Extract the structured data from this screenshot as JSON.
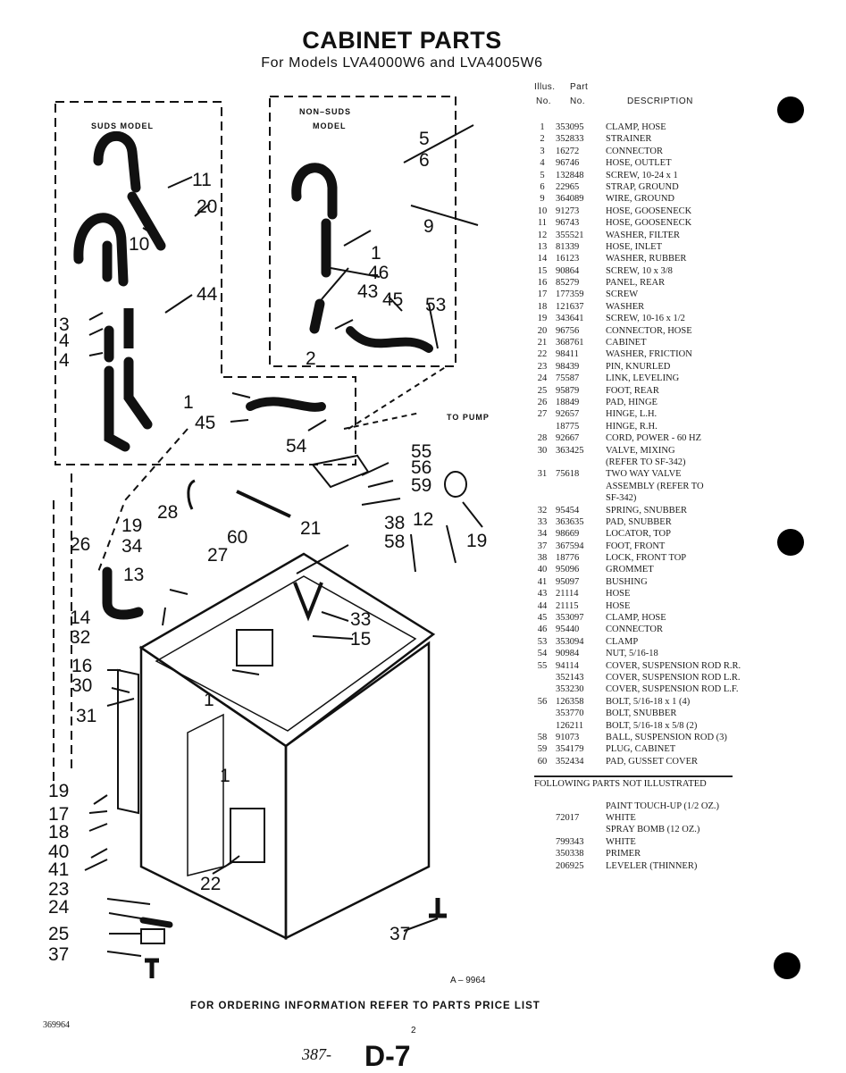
{
  "header": {
    "title": "CABINET PARTS",
    "subtitle": "For Models LVA4000W6 and LVA4005W6"
  },
  "diagram": {
    "suds_model_label": "SUDS MODEL",
    "non_suds_model_label": "NON–SUDS\nMODEL",
    "to_pump_label": "TO PUMP",
    "drawing_number": "A – 9964",
    "callouts": [
      "5",
      "6",
      "9",
      "11",
      "20",
      "10",
      "1",
      "46",
      "43",
      "45",
      "53",
      "2",
      "3",
      "4",
      "4",
      "44",
      "1",
      "45",
      "54",
      "55",
      "56",
      "59",
      "28",
      "60",
      "21",
      "38",
      "12",
      "26",
      "19",
      "34",
      "58",
      "19",
      "27",
      "13",
      "14",
      "32",
      "33",
      "15",
      "16",
      "30",
      "1",
      "31",
      "1",
      "19",
      "17",
      "18",
      "40",
      "41",
      "22",
      "23",
      "24",
      "25",
      "37"
    ]
  },
  "table": {
    "header_illus": "Illus.",
    "header_part": "Part",
    "header_no1": "No.",
    "header_no2": "No.",
    "header_desc": "DESCRIPTION",
    "rows": [
      {
        "no": "1",
        "part": "353095",
        "desc": "CLAMP, HOSE"
      },
      {
        "no": "2",
        "part": "352833",
        "desc": "STRAINER"
      },
      {
        "no": "3",
        "part": "16272",
        "desc": "CONNECTOR"
      },
      {
        "no": "4",
        "part": "96746",
        "desc": "HOSE, OUTLET"
      },
      {
        "no": "5",
        "part": "132848",
        "desc": "SCREW, 10-24 x 1"
      },
      {
        "no": "6",
        "part": "22965",
        "desc": "STRAP, GROUND"
      },
      {
        "no": "9",
        "part": "364089",
        "desc": "WIRE, GROUND"
      },
      {
        "no": "10",
        "part": "91273",
        "desc": "HOSE, GOOSENECK"
      },
      {
        "no": "11",
        "part": "96743",
        "desc": "HOSE, GOOSENECK"
      },
      {
        "no": "12",
        "part": "355521",
        "desc": "WASHER, FILTER"
      },
      {
        "no": "13",
        "part": "81339",
        "desc": "HOSE, INLET"
      },
      {
        "no": "14",
        "part": "16123",
        "desc": "WASHER, RUBBER"
      },
      {
        "no": "15",
        "part": "90864",
        "desc": "SCREW, 10 x 3/8"
      },
      {
        "no": "16",
        "part": "85279",
        "desc": "PANEL, REAR"
      },
      {
        "no": "17",
        "part": "177359",
        "desc": "SCREW"
      },
      {
        "no": "18",
        "part": "121637",
        "desc": "WASHER"
      },
      {
        "no": "19",
        "part": "343641",
        "desc": "SCREW, 10-16 x 1/2"
      },
      {
        "no": "20",
        "part": "96756",
        "desc": "CONNECTOR, HOSE"
      },
      {
        "no": "21",
        "part": "368761",
        "desc": "CABINET"
      },
      {
        "no": "22",
        "part": "98411",
        "desc": "WASHER, FRICTION"
      },
      {
        "no": "23",
        "part": "98439",
        "desc": "PIN, KNURLED"
      },
      {
        "no": "24",
        "part": "75587",
        "desc": "LINK, LEVELING"
      },
      {
        "no": "25",
        "part": "95879",
        "desc": "FOOT, REAR"
      },
      {
        "no": "26",
        "part": "18849",
        "desc": "PAD, HINGE"
      },
      {
        "no": "27",
        "part": "92657",
        "desc": "HINGE, L.H."
      },
      {
        "no": "",
        "part": "18775",
        "desc": "HINGE, R.H."
      },
      {
        "no": "28",
        "part": "92667",
        "desc": "CORD, POWER - 60 HZ"
      },
      {
        "no": "30",
        "part": "363425",
        "desc": "VALVE, MIXING"
      },
      {
        "no": "",
        "part": "",
        "desc": "(REFER TO SF-342)"
      },
      {
        "no": "31",
        "part": "75618",
        "desc": "TWO WAY VALVE"
      },
      {
        "no": "",
        "part": "",
        "desc": "ASSEMBLY (REFER TO"
      },
      {
        "no": "",
        "part": "",
        "desc": "SF-342)"
      },
      {
        "no": "32",
        "part": "95454",
        "desc": "SPRING, SNUBBER"
      },
      {
        "no": "33",
        "part": "363635",
        "desc": "PAD, SNUBBER"
      },
      {
        "no": "34",
        "part": "98669",
        "desc": "LOCATOR, TOP"
      },
      {
        "no": "37",
        "part": "367594",
        "desc": "FOOT, FRONT"
      },
      {
        "no": "38",
        "part": "18776",
        "desc": "LOCK, FRONT TOP"
      },
      {
        "no": "40",
        "part": "95096",
        "desc": "GROMMET"
      },
      {
        "no": "41",
        "part": "95097",
        "desc": "BUSHING"
      },
      {
        "no": "43",
        "part": "21114",
        "desc": "HOSE"
      },
      {
        "no": "44",
        "part": "21115",
        "desc": "HOSE"
      },
      {
        "no": "45",
        "part": "353097",
        "desc": "CLAMP, HOSE"
      },
      {
        "no": "46",
        "part": "95440",
        "desc": "CONNECTOR"
      },
      {
        "no": "53",
        "part": "353094",
        "desc": "CLAMP"
      },
      {
        "no": "54",
        "part": "90984",
        "desc": "NUT, 5/16-18"
      },
      {
        "no": "55",
        "part": "94114",
        "desc": "COVER, SUSPENSION ROD R.R."
      },
      {
        "no": "",
        "part": "352143",
        "desc": "COVER, SUSPENSION ROD L.R."
      },
      {
        "no": "",
        "part": "353230",
        "desc": "COVER, SUSPENSION ROD L.F."
      },
      {
        "no": "56",
        "part": "126358",
        "desc": "BOLT, 5/16-18 x 1 (4)"
      },
      {
        "no": "",
        "part": "353770",
        "desc": "BOLT, SNUBBER"
      },
      {
        "no": "",
        "part": "126211",
        "desc": "BOLT, 5/16-18 x 5/8 (2)"
      },
      {
        "no": "58",
        "part": "91073",
        "desc": "BALL, SUSPENSION ROD (3)"
      },
      {
        "no": "59",
        "part": "354179",
        "desc": "PLUG, CABINET"
      },
      {
        "no": "60",
        "part": "352434",
        "desc": "PAD, GUSSET COVER"
      }
    ],
    "not_illustrated_label": "FOLLOWING PARTS NOT ILLUSTRATED",
    "not_illustrated_rows": [
      {
        "part": "",
        "desc": "PAINT TOUCH-UP (1/2 OZ.)"
      },
      {
        "part": "72017",
        "desc": "WHITE"
      },
      {
        "part": "",
        "desc": "SPRAY BOMB (12 OZ.)"
      },
      {
        "part": "799343",
        "desc": "WHITE"
      },
      {
        "part": "350338",
        "desc": "PRIMER"
      },
      {
        "part": "206925",
        "desc": "LEVELER (THINNER)"
      }
    ]
  },
  "footer": {
    "ordering_info": "FOR ORDERING INFORMATION REFER TO PARTS PRICE LIST",
    "doc_number": "369964",
    "page_number": "2",
    "page_code_hand": "387-",
    "page_code": "D-7"
  }
}
